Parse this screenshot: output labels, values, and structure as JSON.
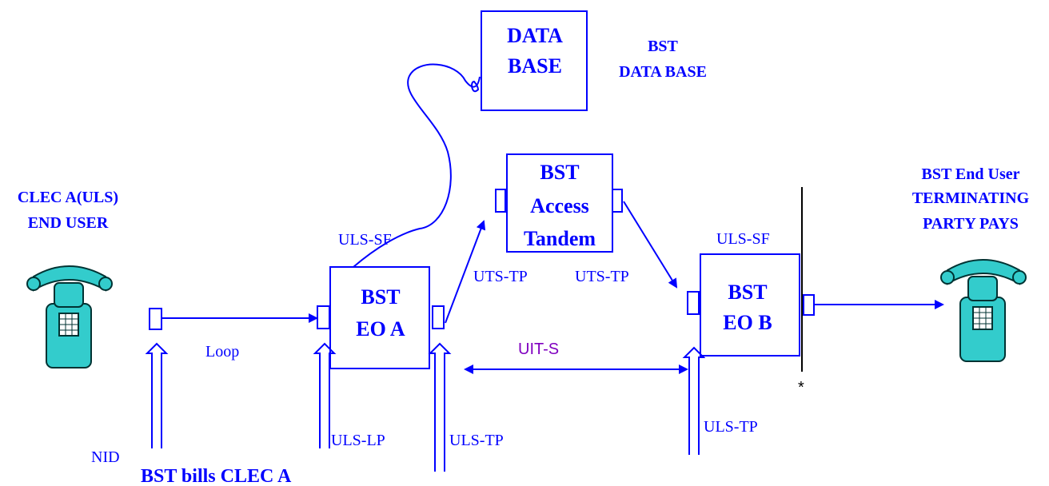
{
  "colors": {
    "blue": "#0000ff",
    "purple": "#8000c0",
    "black": "#000000",
    "phone_body": "#33cccc",
    "phone_outline": "#003333"
  },
  "icons": {
    "left_phone": "telephone-icon",
    "right_phone": "telephone-icon"
  },
  "labels": {
    "clec_end_user_line1": "CLEC A(ULS)",
    "clec_end_user_line2": "END USER",
    "bst_end_user_line1": "BST  End User",
    "bst_end_user_line2": "TERMINATING",
    "bst_end_user_line3": "PARTY PAYS",
    "database_box_line1": "DATA",
    "database_box_line2": "BASE",
    "database_caption_line1": "BST",
    "database_caption_line2": "DATA BASE",
    "tandem_line1": "BST",
    "tandem_line2": "Access",
    "tandem_line3": "Tandem",
    "eo_a_line1": "BST",
    "eo_a_line2": "EO A",
    "eo_b_line1": "BST",
    "eo_b_line2": "EO B",
    "uls_sf_left": "ULS-SF",
    "uls_sf_right": "ULS-SF",
    "uts_tp_left": "UTS-TP",
    "uts_tp_right": "UTS-TP",
    "loop": "Loop",
    "uit_s": "UIT-S",
    "nid": "NID",
    "uls_lp": "ULS-LP",
    "uls_tp_left": "ULS-TP",
    "uls_tp_right": "ULS-TP",
    "asterisk": "*",
    "billing": "BST bills CLEC A"
  }
}
